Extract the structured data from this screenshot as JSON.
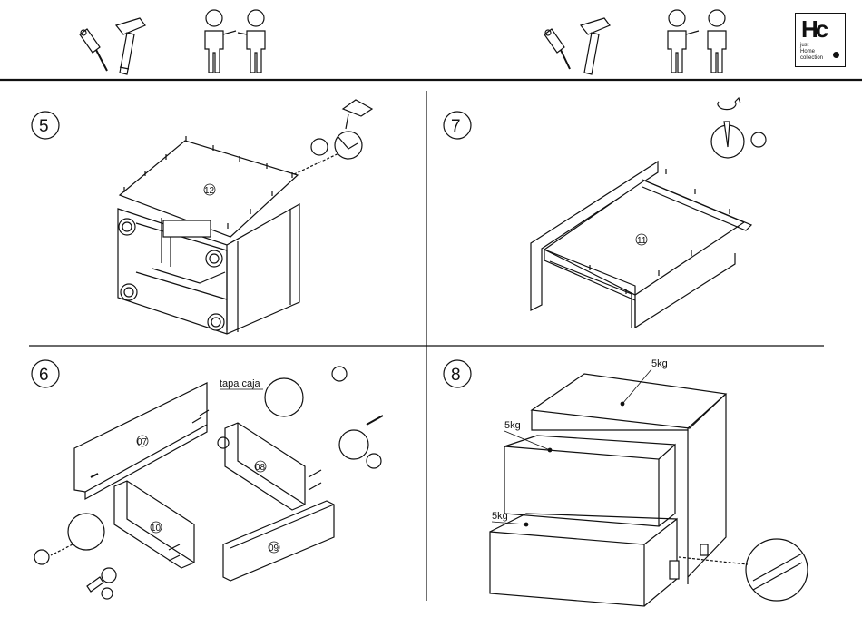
{
  "brand": {
    "mark": "Hc",
    "line1": "Home",
    "line2": "collection",
    "tagline": "just"
  },
  "steps": [
    {
      "number": "5",
      "part": "12"
    },
    {
      "number": "7",
      "part": "11"
    },
    {
      "number": "6",
      "parts": [
        "07",
        "08",
        "10",
        "09"
      ],
      "note": "tapa caja"
    },
    {
      "number": "8",
      "load_top": "5kg",
      "load_drawer1": "5kg",
      "load_drawer2": "5kg"
    }
  ],
  "icons": [
    "screwdriver-icon",
    "hammer-icon",
    "two-people-icon"
  ]
}
